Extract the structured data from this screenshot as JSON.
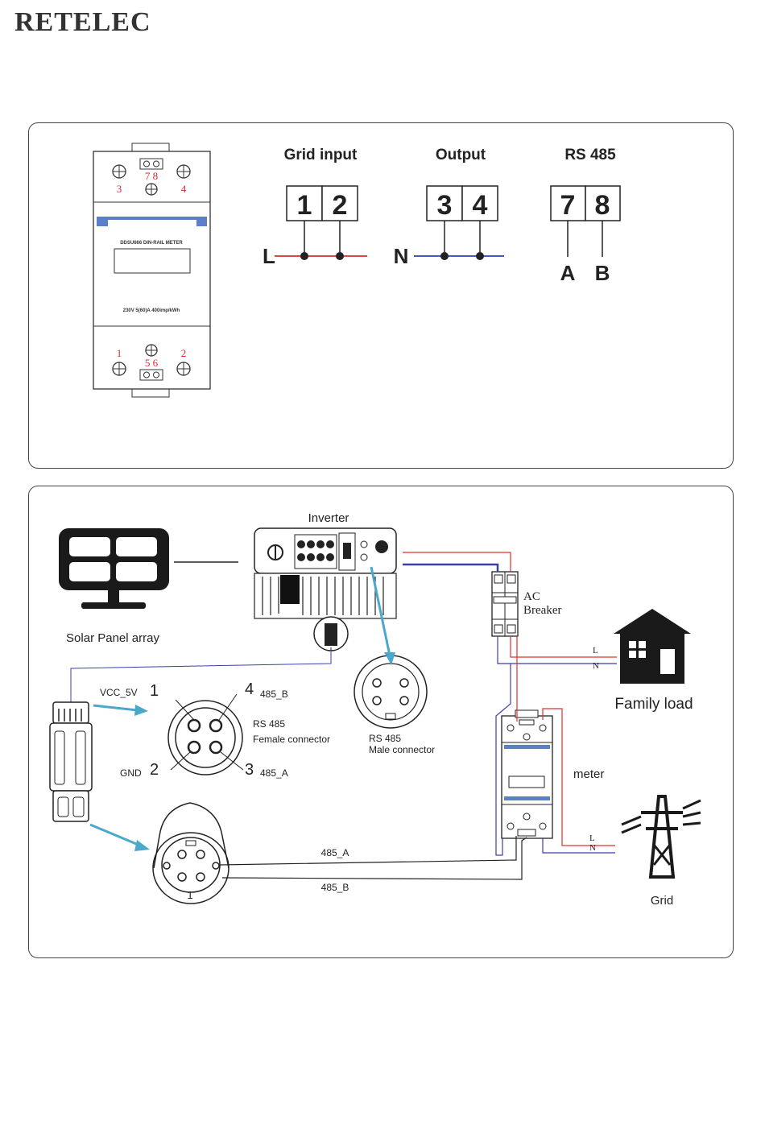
{
  "logo": {
    "text": "RETELEC"
  },
  "meter_terminal_panel": {
    "meter_device": {
      "top_terminals": {
        "pair_label": "7 8",
        "left": "3",
        "right": "4"
      },
      "bottom_terminals": {
        "pair_label": "5 6",
        "left": "1",
        "right": "2"
      },
      "model_text": "DDSU666 DIN-RAIL METER",
      "spec_text": "230V 5(60)A 400imp/kWh"
    },
    "grid_input": {
      "title": "Grid input",
      "terminals": [
        "1",
        "2"
      ],
      "wire_label": "L",
      "color": "#d62b2b"
    },
    "output": {
      "title": "Output",
      "terminals": [
        "3",
        "4"
      ],
      "wire_label": "N",
      "color": "#2b3fb8"
    },
    "rs485": {
      "title": "RS 485",
      "terminals": [
        "7",
        "8"
      ],
      "labels": [
        "A",
        "B"
      ]
    }
  },
  "wiring_panel": {
    "inverter_label": "Inverter",
    "solar_label": "Solar Panel array",
    "breaker_label_1": "AC",
    "breaker_label_2": "Breaker",
    "family_load_label": "Family load",
    "meter_label": "meter",
    "grid_label": "Grid",
    "line_L": "L",
    "line_N": "N",
    "female_connector": {
      "title_1": "RS 485",
      "title_2": "Female connector",
      "pin_1": "1",
      "pin_2": "2",
      "pin_3": "3",
      "pin_4": "4",
      "vcc": "VCC_5V",
      "gnd": "GND",
      "a": "485_A",
      "b": "485_B"
    },
    "male_connector": {
      "title_1": "RS 485",
      "title_2": "Male connector"
    },
    "plug_pin_1": "1",
    "wire_485a": "485_A",
    "wire_485b": "485_B",
    "colors": {
      "live": "#e03030",
      "neutral": "#3a3fa8",
      "arrow": "#4aa8cc"
    }
  }
}
